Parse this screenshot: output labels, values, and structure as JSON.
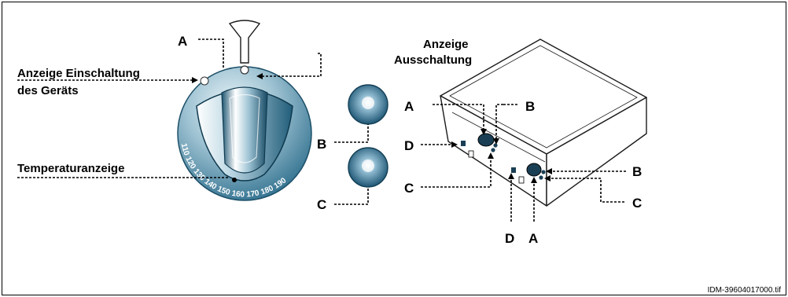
{
  "labels": {
    "knob_A": "A",
    "anzeige_ausschaltung_1": "Anzeige",
    "anzeige_ausschaltung_2": "Ausschaltung",
    "anzeige_einschaltung_1": "Anzeige Einschaltung",
    "anzeige_einschaltung_2": "des Geräts",
    "temperaturanzeige": "Temperaturanzeige",
    "btn_B": "B",
    "btn_C": "C",
    "dev_A_top": "A",
    "dev_B_top": "B",
    "dev_D_left": "D",
    "dev_C_left": "C",
    "dev_B_right": "B",
    "dev_C_right": "C",
    "dev_D_bottom": "D",
    "dev_A_bottom": "A"
  },
  "dial_scale": [
    "110",
    "120",
    "130",
    "140",
    "150",
    "160",
    "170",
    "180",
    "190"
  ],
  "footer": {
    "file_id": "IDM-39604017000.tif"
  }
}
